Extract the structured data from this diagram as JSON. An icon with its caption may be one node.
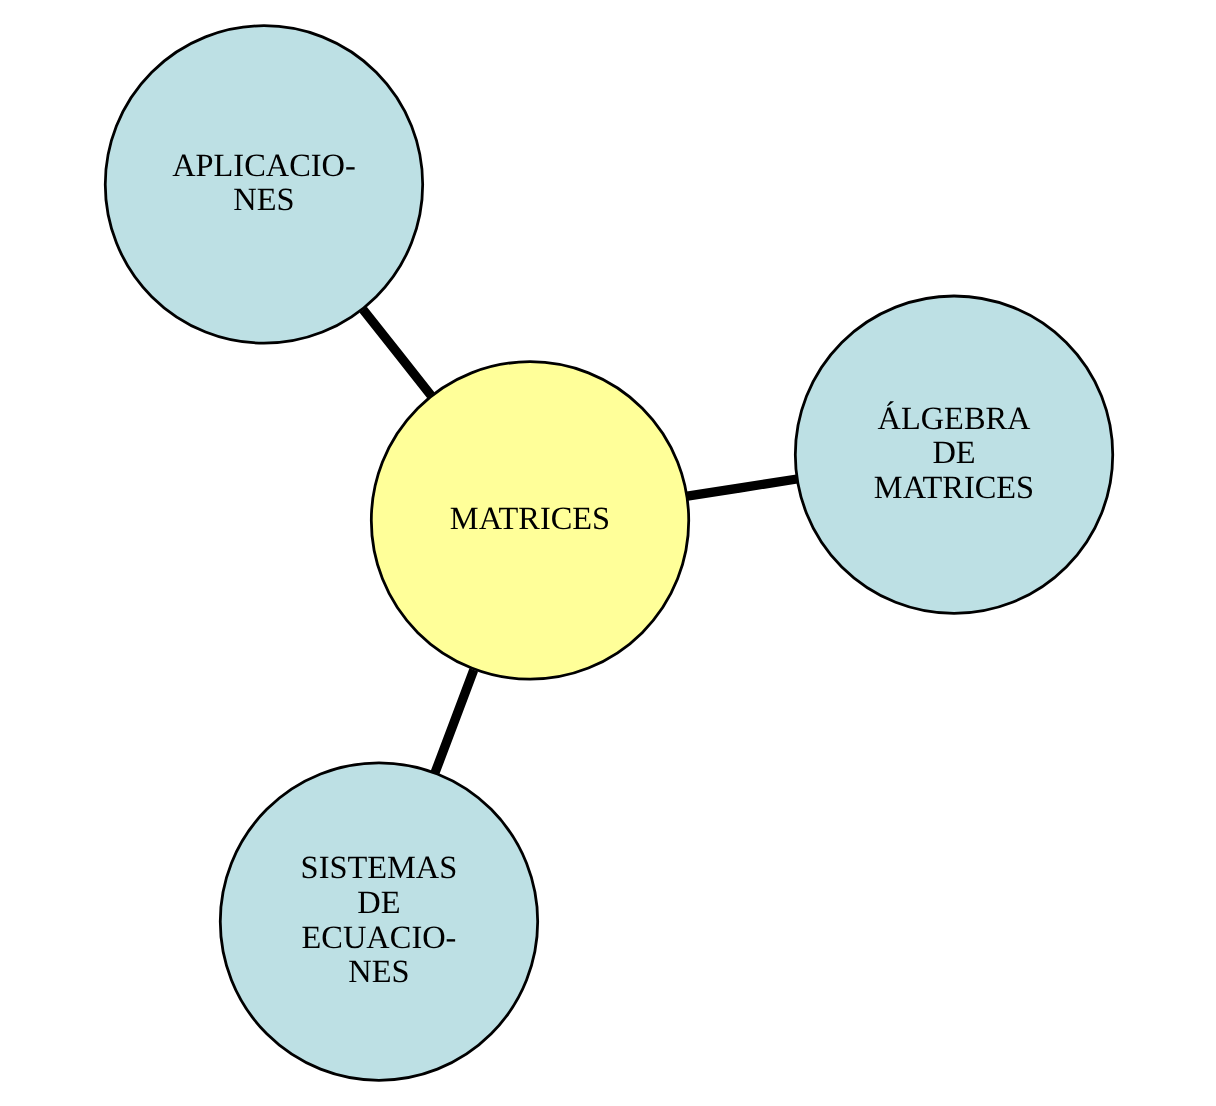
{
  "diagram": {
    "nodes": [
      {
        "text": [
          "MATRICES"
        ]
      },
      {
        "text": [
          "ÁLGEBRA DE MATRICES"
        ]
      },
      {
        "text": [
          "SISTEMAS DE ECUACIO- NES"
        ]
      },
      {
        "text": [
          "APLICACIO- NES"
        ]
      }
    ],
    "edges": [
      {
        "from": 0,
        "to": 1,
        "arrow": "none"
      },
      {
        "from": 0,
        "to": 2,
        "arrow": "none"
      },
      {
        "from": 0,
        "to": 3,
        "arrow": "none"
      }
    ]
  }
}
